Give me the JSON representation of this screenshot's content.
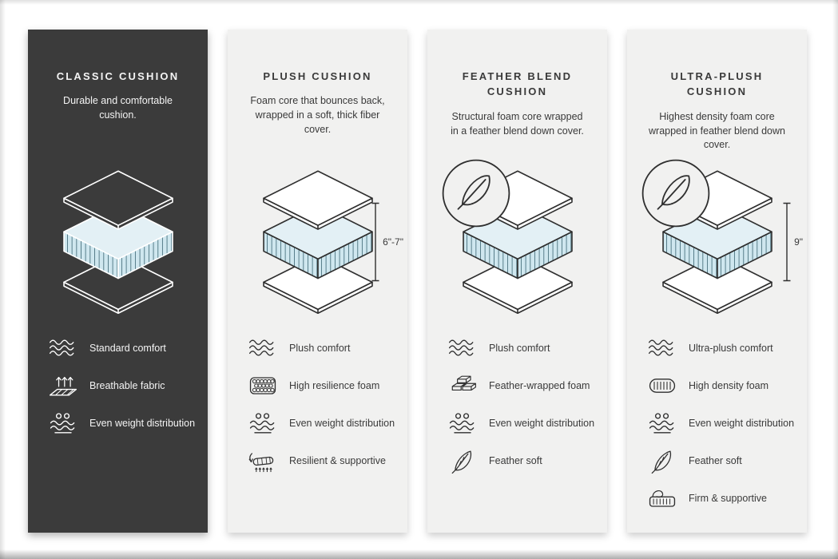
{
  "colors": {
    "dark_panel": "#3b3b3b",
    "light_panel": "#f1f1f0",
    "foam_fill": "#cfe7ef",
    "foam_hatch": "#49717e",
    "line_dark": "#2f2f2f",
    "line_light": "#ffffff"
  },
  "columns": [
    {
      "title": "CLASSIC CUSHION",
      "description": "Durable and comfortable cushion.",
      "features": [
        {
          "icon": "waves-icon",
          "label": "Standard comfort"
        },
        {
          "icon": "breathable-fabric-icon",
          "label": "Breathable fabric"
        },
        {
          "icon": "even-weight-icon",
          "label": "Even weight distribution"
        }
      ]
    },
    {
      "title": "PLUSH CUSHION",
      "description": "Foam core that bounces back, wrapped in a soft, thick fiber cover.",
      "height_label": "6\"-7\"",
      "features": [
        {
          "icon": "waves-icon",
          "label": "Plush comfort"
        },
        {
          "icon": "foam-cells-icon",
          "label": "High resilience foam"
        },
        {
          "icon": "even-weight-icon",
          "label": "Even weight distribution"
        },
        {
          "icon": "resilient-icon",
          "label": "Resilient & supportive"
        }
      ]
    },
    {
      "title": "FEATHER BLEND CUSHION",
      "description": "Structural foam core wrapped in a feather blend down cover.",
      "has_feather_badge": true,
      "features": [
        {
          "icon": "waves-icon",
          "label": "Plush comfort"
        },
        {
          "icon": "feather-wrapped-foam-icon",
          "label": "Feather-wrapped foam"
        },
        {
          "icon": "even-weight-icon",
          "label": "Even weight distribution"
        },
        {
          "icon": "feather-icon",
          "label": "Feather soft"
        }
      ]
    },
    {
      "title": "ULTRA-PLUSH CUSHION",
      "description": "Highest density foam core wrapped in feather blend down cover.",
      "height_label": "9\"",
      "has_feather_badge": true,
      "features": [
        {
          "icon": "waves-icon",
          "label": "Ultra-plush comfort"
        },
        {
          "icon": "high-density-foam-icon",
          "label": "High density foam"
        },
        {
          "icon": "even-weight-icon",
          "label": "Even weight distribution"
        },
        {
          "icon": "feather-icon",
          "label": "Feather soft"
        },
        {
          "icon": "firm-supportive-icon",
          "label": "Firm & supportive"
        }
      ]
    }
  ]
}
